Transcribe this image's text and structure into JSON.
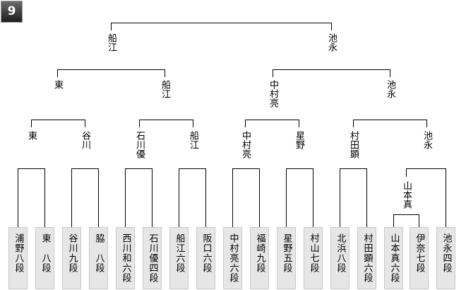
{
  "round_badge": "9",
  "final": {
    "left": "船江",
    "right": "池永"
  },
  "semifinals": [
    "東",
    "船江",
    "中村亮",
    "池永"
  ],
  "quarterfinals": [
    "東",
    "谷川",
    "石川優",
    "船江",
    "中村亮",
    "星野",
    "村田顕",
    "池永"
  ],
  "preliminary_winner": "山本真",
  "players": [
    "浦野八段",
    "東　八段",
    "谷川九段",
    "脇　八段",
    "西川和六段",
    "石川優四段",
    "船江六段",
    "阪口六段",
    "中村亮六段",
    "福崎九段",
    "星野五段",
    "村山七段",
    "北浜八段",
    "村田顕六段",
    "山本真六段",
    "伊奈七段",
    "池永四段"
  ]
}
